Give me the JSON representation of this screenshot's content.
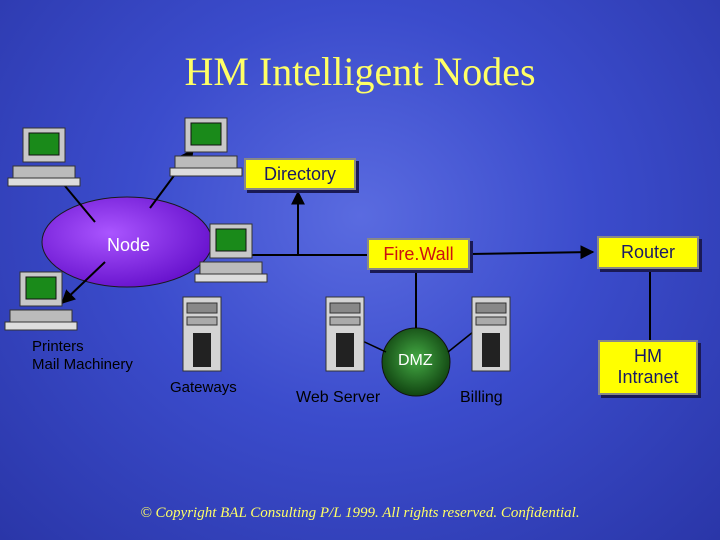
{
  "title": "HM Intelligent Nodes",
  "boxes": {
    "directory": "Directory",
    "firewall": "Fire.Wall",
    "router": "Router",
    "intranet_line1": "HM",
    "intranet_line2": "Intranet"
  },
  "labels": {
    "node": "Node",
    "dmz": "DMZ",
    "printers_line1": "Printers",
    "printers_line2": "Mail Machinery",
    "gateways": "Gateways",
    "web_server": "Web Server",
    "billing": "Billing"
  },
  "colors": {
    "background": "#3b4ccc",
    "title": "#ffff66",
    "box_fill": "#ffff00",
    "node_fill": "#8822ee",
    "dmz_fill": "#226622"
  },
  "icons": [
    "workstation-icon",
    "server-tower-icon"
  ],
  "copyright": "© Copyright BAL Consulting P/L 1999. All rights reserved. Confidential."
}
